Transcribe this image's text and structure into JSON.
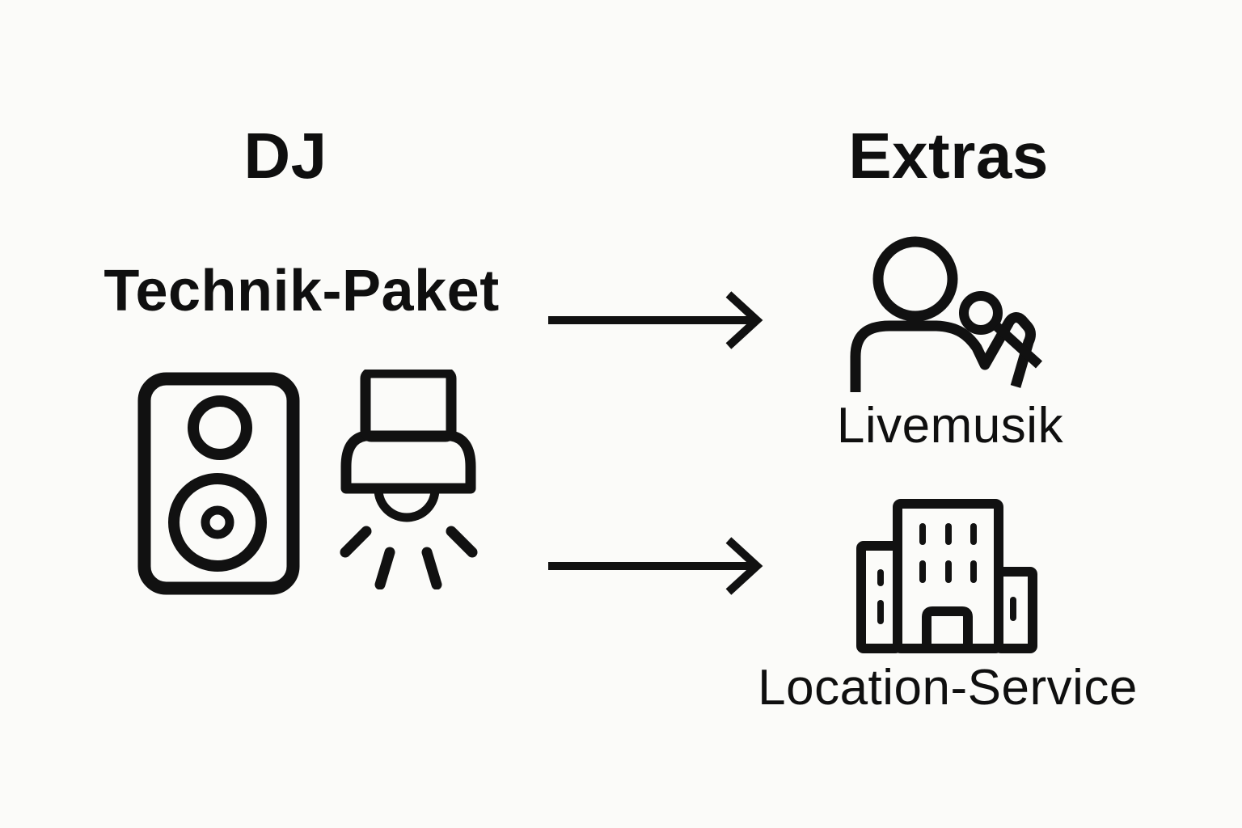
{
  "diagram": {
    "background_color": "#fbfbf9",
    "ink_color": "#111111",
    "left_column": {
      "title": "DJ",
      "package_label": "Technik-Paket",
      "icons": [
        {
          "name": "speaker-icon",
          "meaning": "sound equipment"
        },
        {
          "name": "stage-light-icon",
          "meaning": "lighting equipment"
        }
      ]
    },
    "right_column": {
      "title": "Extras",
      "items": [
        {
          "label": "Livemusik",
          "icon": "singer-microphone-icon"
        },
        {
          "label": "Location-Service",
          "icon": "building-icon"
        }
      ]
    },
    "arrows": [
      {
        "name": "arrow-technik-to-livemusik",
        "direction": "right"
      },
      {
        "name": "arrow-technik-to-location",
        "direction": "right"
      }
    ]
  }
}
